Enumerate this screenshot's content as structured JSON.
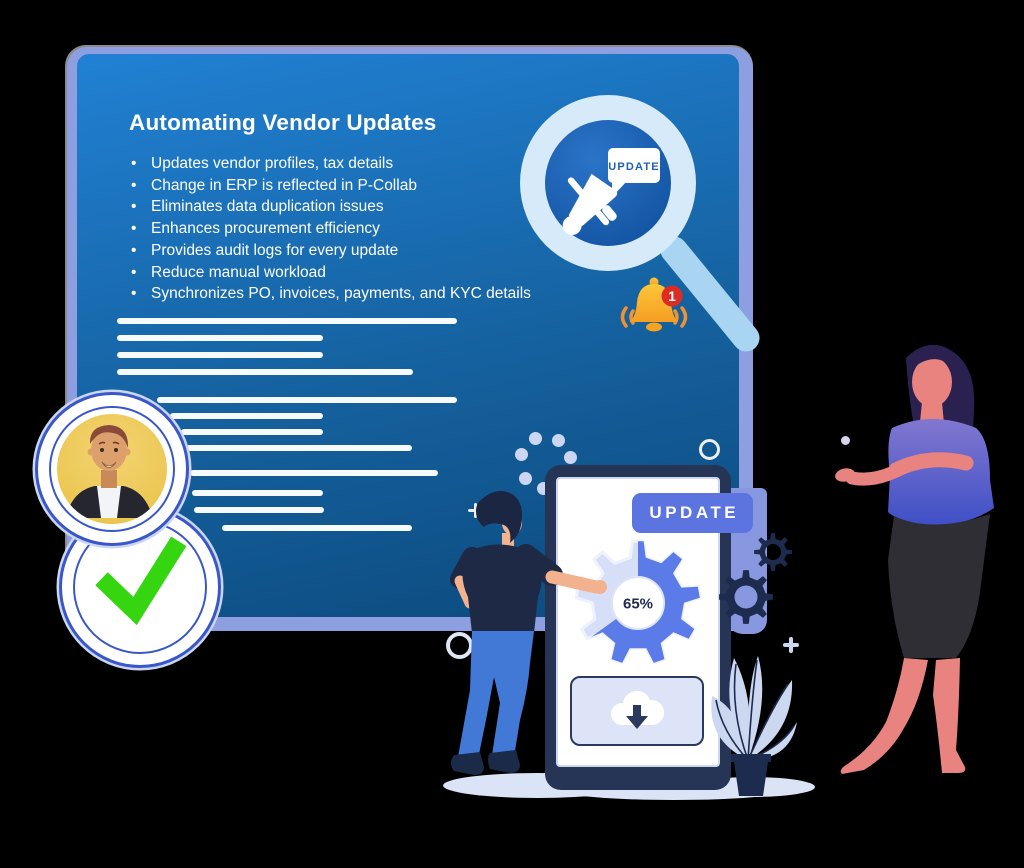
{
  "panel": {
    "title": "Automating Vendor Updates",
    "bullets": [
      "Updates vendor profiles, tax details",
      "Change in ERP is reflected in P-Collab",
      "Eliminates data duplication issues",
      "Enhances procurement efficiency",
      "Provides audit logs for every update",
      "Reduce manual workload",
      "Synchronizes PO, invoices, payments, and KYC details"
    ]
  },
  "magnifier": {
    "bubble_label": "UPDATE"
  },
  "notification_bell": {
    "badge_count": "1"
  },
  "phone": {
    "update_button_label": "UPDATE",
    "progress_label": "65%"
  },
  "icons": {
    "magnifier": "magnifying-glass-icon",
    "megaphone": "megaphone-icon",
    "speech_bubble": "speech-bubble-icon",
    "bell": "notification-bell-icon",
    "badge": "notification-badge",
    "avatar": "user-avatar",
    "check": "checkmark-icon",
    "progress_gear": "gear-progress-icon",
    "cloud_download": "cloud-download-icon",
    "gears": "gears-icon",
    "plant": "potted-plant",
    "spinner_dots": "loading-dots-icon",
    "plus": "plus-icon",
    "ring": "circle-outline-icon"
  },
  "colors": {
    "background": "#000000",
    "panel_gradient_top": "#2181d4",
    "panel_gradient_bottom": "#0c4a7d",
    "panel_frame": "#8d9fe0",
    "text_white": "#ffffff",
    "button_periwinkle": "#5b74e0",
    "navy": "#1d2b4f",
    "gear_light": "#d7def7",
    "gear_blue": "#5b7ce8",
    "bell_yellow": "#f9b32a",
    "badge_red": "#dd2c25",
    "check_green": "#35d60f",
    "magnifier_ring": "#d7eaf9",
    "lens_blue": "#1a5cb0",
    "handle_blue": "#a9d5f2",
    "skin_man": "#f2b28d",
    "skin_woman": "#e8837f",
    "jeans": "#4379d6",
    "shadow": "#dbe3f7"
  }
}
